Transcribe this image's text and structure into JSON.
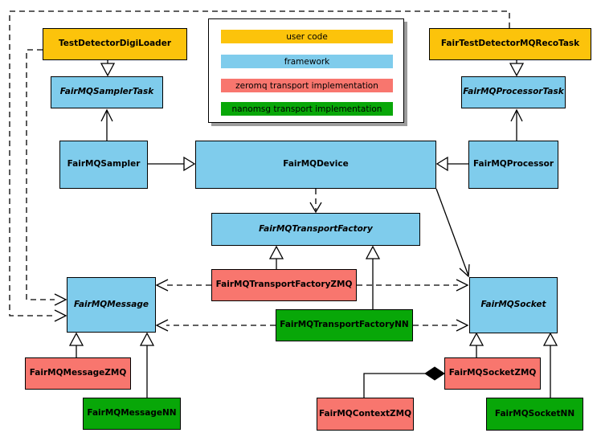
{
  "colors": {
    "user_code": "#FCC30B",
    "framework": "#7FCCEC",
    "zeromq": "#F8766E",
    "nanomsg": "#08A708",
    "line": "#000000",
    "background": "#FFFFFF",
    "legend_shadow": "#9D9D9D"
  },
  "legend": {
    "items": [
      {
        "label": "user code",
        "color_key": "user_code"
      },
      {
        "label": "framework",
        "color_key": "framework"
      },
      {
        "label": "zeromq transport implementation",
        "color_key": "zeromq"
      },
      {
        "label": "nanomsg transport implementation",
        "color_key": "nanomsg"
      }
    ]
  },
  "nodes": {
    "digiloader": {
      "label": "TestDetectorDigiLoader",
      "category": "user code",
      "abstract": false
    },
    "recotask": {
      "label": "FairTestDetectorMQRecoTask",
      "category": "user code",
      "abstract": false
    },
    "samplertask": {
      "label": "FairMQSamplerTask",
      "category": "framework",
      "abstract": true
    },
    "processortask": {
      "label": "FairMQProcessorTask",
      "category": "framework",
      "abstract": true
    },
    "sampler": {
      "label": "FairMQSampler",
      "category": "framework",
      "abstract": false
    },
    "device": {
      "label": "FairMQDevice",
      "category": "framework",
      "abstract": false
    },
    "processor": {
      "label": "FairMQProcessor",
      "category": "framework",
      "abstract": false
    },
    "factory": {
      "label": "FairMQTransportFactory",
      "category": "framework",
      "abstract": true
    },
    "factoryzmq": {
      "label": "FairMQTransportFactoryZMQ",
      "category": "zeromq",
      "abstract": false
    },
    "factorynn": {
      "label": "FairMQTransportFactoryNN",
      "category": "nanomsg",
      "abstract": false
    },
    "message": {
      "label": "FairMQMessage",
      "category": "framework",
      "abstract": true
    },
    "socket": {
      "label": "FairMQSocket",
      "category": "framework",
      "abstract": true
    },
    "messagezmq": {
      "label": "FairMQMessageZMQ",
      "category": "zeromq",
      "abstract": false
    },
    "messagenn": {
      "label": "FairMQMessageNN",
      "category": "nanomsg",
      "abstract": false
    },
    "socketzmq": {
      "label": "FairMQSocketZMQ",
      "category": "zeromq",
      "abstract": false
    },
    "contextzmq": {
      "label": "FairMQContextZMQ",
      "category": "zeromq",
      "abstract": false
    },
    "socketnn": {
      "label": "FairMQSocketNN",
      "category": "nanomsg",
      "abstract": false
    }
  },
  "edges": [
    {
      "from": "TestDetectorDigiLoader",
      "to": "FairMQSamplerTask",
      "type": "inheritance"
    },
    {
      "from": "FairTestDetectorMQRecoTask",
      "to": "FairMQProcessorTask",
      "type": "inheritance"
    },
    {
      "from": "FairMQSampler",
      "to": "FairMQSamplerTask",
      "type": "association"
    },
    {
      "from": "FairMQProcessor",
      "to": "FairMQProcessorTask",
      "type": "association"
    },
    {
      "from": "FairMQSampler",
      "to": "FairMQDevice",
      "type": "inheritance"
    },
    {
      "from": "FairMQProcessor",
      "to": "FairMQDevice",
      "type": "inheritance"
    },
    {
      "from": "FairMQDevice",
      "to": "FairMQTransportFactory",
      "type": "dependency"
    },
    {
      "from": "FairMQDevice",
      "to": "FairMQSocket",
      "type": "association"
    },
    {
      "from": "FairMQTransportFactoryZMQ",
      "to": "FairMQTransportFactory",
      "type": "inheritance"
    },
    {
      "from": "FairMQTransportFactoryNN",
      "to": "FairMQTransportFactory",
      "type": "inheritance"
    },
    {
      "from": "FairMQTransportFactoryZMQ",
      "to": "FairMQMessage",
      "type": "dependency"
    },
    {
      "from": "FairMQTransportFactoryZMQ",
      "to": "FairMQSocket",
      "type": "dependency"
    },
    {
      "from": "FairMQTransportFactoryNN",
      "to": "FairMQMessage",
      "type": "dependency"
    },
    {
      "from": "FairMQTransportFactoryNN",
      "to": "FairMQSocket",
      "type": "dependency"
    },
    {
      "from": "TestDetectorDigiLoader",
      "to": "FairMQMessage",
      "type": "dependency"
    },
    {
      "from": "FairTestDetectorMQRecoTask",
      "to": "FairMQMessage",
      "type": "dependency"
    },
    {
      "from": "FairMQMessageZMQ",
      "to": "FairMQMessage",
      "type": "inheritance"
    },
    {
      "from": "FairMQMessageNN",
      "to": "FairMQMessage",
      "type": "inheritance"
    },
    {
      "from": "FairMQSocketZMQ",
      "to": "FairMQSocket",
      "type": "inheritance"
    },
    {
      "from": "FairMQSocketNN",
      "to": "FairMQSocket",
      "type": "inheritance"
    },
    {
      "from": "FairMQContextZMQ",
      "to": "FairMQSocketZMQ",
      "type": "composition"
    }
  ]
}
